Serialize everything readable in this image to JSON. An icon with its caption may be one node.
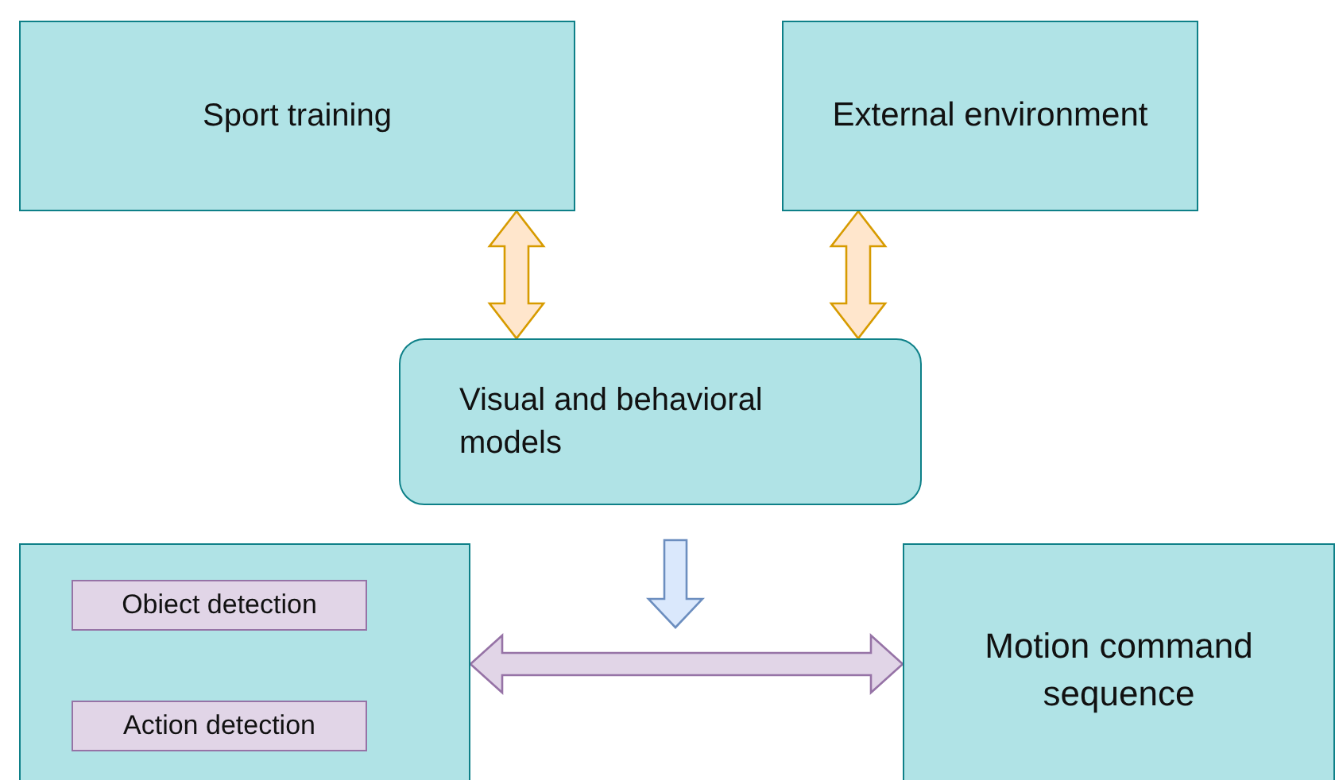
{
  "diagram": {
    "nodes": [
      {
        "text": [
          "Sport training"
        ]
      },
      {
        "text": [
          "External environment"
        ]
      },
      {
        "text": [
          "Visual and behavioral models"
        ]
      },
      {
        "text": [],
        "shape": "box"
      },
      {
        "text": [
          "Obiect detection"
        ],
        "in": 3
      },
      {
        "text": [
          "Action detection"
        ],
        "in": 3
      },
      {
        "text": [
          "Motion command sequence"
        ]
      }
    ],
    "edges": [
      {
        "from": 0,
        "to": 2,
        "arrow": "both",
        "color": "#d79b00"
      },
      {
        "from": 1,
        "to": 2,
        "arrow": "both",
        "color": "#d79b00"
      },
      {
        "from": 2,
        "to": null,
        "arrow": "to",
        "color": "#6c8ebf"
      },
      {
        "from": 3,
        "to": 6,
        "arrow": "both",
        "color": "#9673a6"
      }
    ]
  }
}
